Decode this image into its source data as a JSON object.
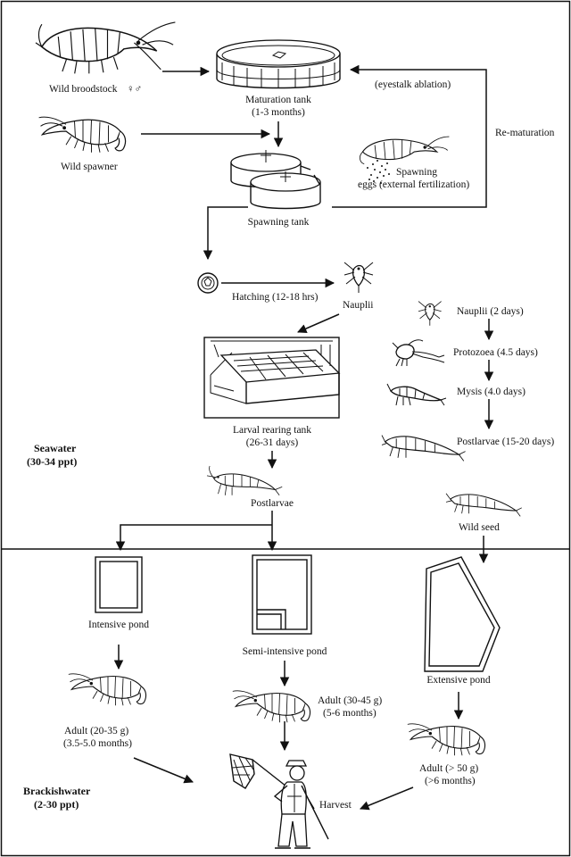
{
  "labels": {
    "wild_broodstock": "Wild broodstock",
    "sex_symbols": "♀♂",
    "maturation_tank_1": "Maturation tank",
    "maturation_tank_2": "(1-3 months)",
    "eyestalk_ablation": "(eyestalk ablation)",
    "re_maturation": "Re-maturation",
    "wild_spawner": "Wild spawner",
    "spawning_1": "Spawning",
    "spawning_2": "eggs (external fertilization)",
    "spawning_tank": "Spawning tank",
    "hatching": "Hatching (12-18 hrs)",
    "nauplii": "Nauplii",
    "nauplii_stage": "Nauplii (2 days)",
    "protozoea_stage": "Protozoea (4.5 days)",
    "mysis_stage": "Mysis (4.0 days)",
    "postlarvae_stage": "Postlarvae (15-20 days)",
    "larval_tank_1": "Larval rearing tank",
    "larval_tank_2": "(26-31 days)",
    "seawater_1": "Seawater",
    "seawater_2": "(30-34 ppt)",
    "postlarvae": "Postlarvae",
    "wild_seed": "Wild seed",
    "intensive_pond": "Intensive pond",
    "semi_intensive_pond": "Semi-intensive pond",
    "extensive_pond": "Extensive pond",
    "adult_intensive_1": "Adult (20-35 g)",
    "adult_intensive_2": "(3.5-5.0 months)",
    "adult_semi_1": "Adult (30-45 g)",
    "adult_semi_2": "(5-6 months)",
    "adult_extensive_1": "Adult (> 50 g)",
    "adult_extensive_2": "(>6 months)",
    "harvest": "Harvest",
    "brackishwater_1": "Brackishwater",
    "brackishwater_2": "(2-30 ppt)"
  },
  "icons": [
    "shrimp-icon",
    "tank-icon",
    "egg-icon",
    "nauplius-icon",
    "protozoea-icon",
    "mysis-icon",
    "pond-icon",
    "fisherman-icon"
  ]
}
